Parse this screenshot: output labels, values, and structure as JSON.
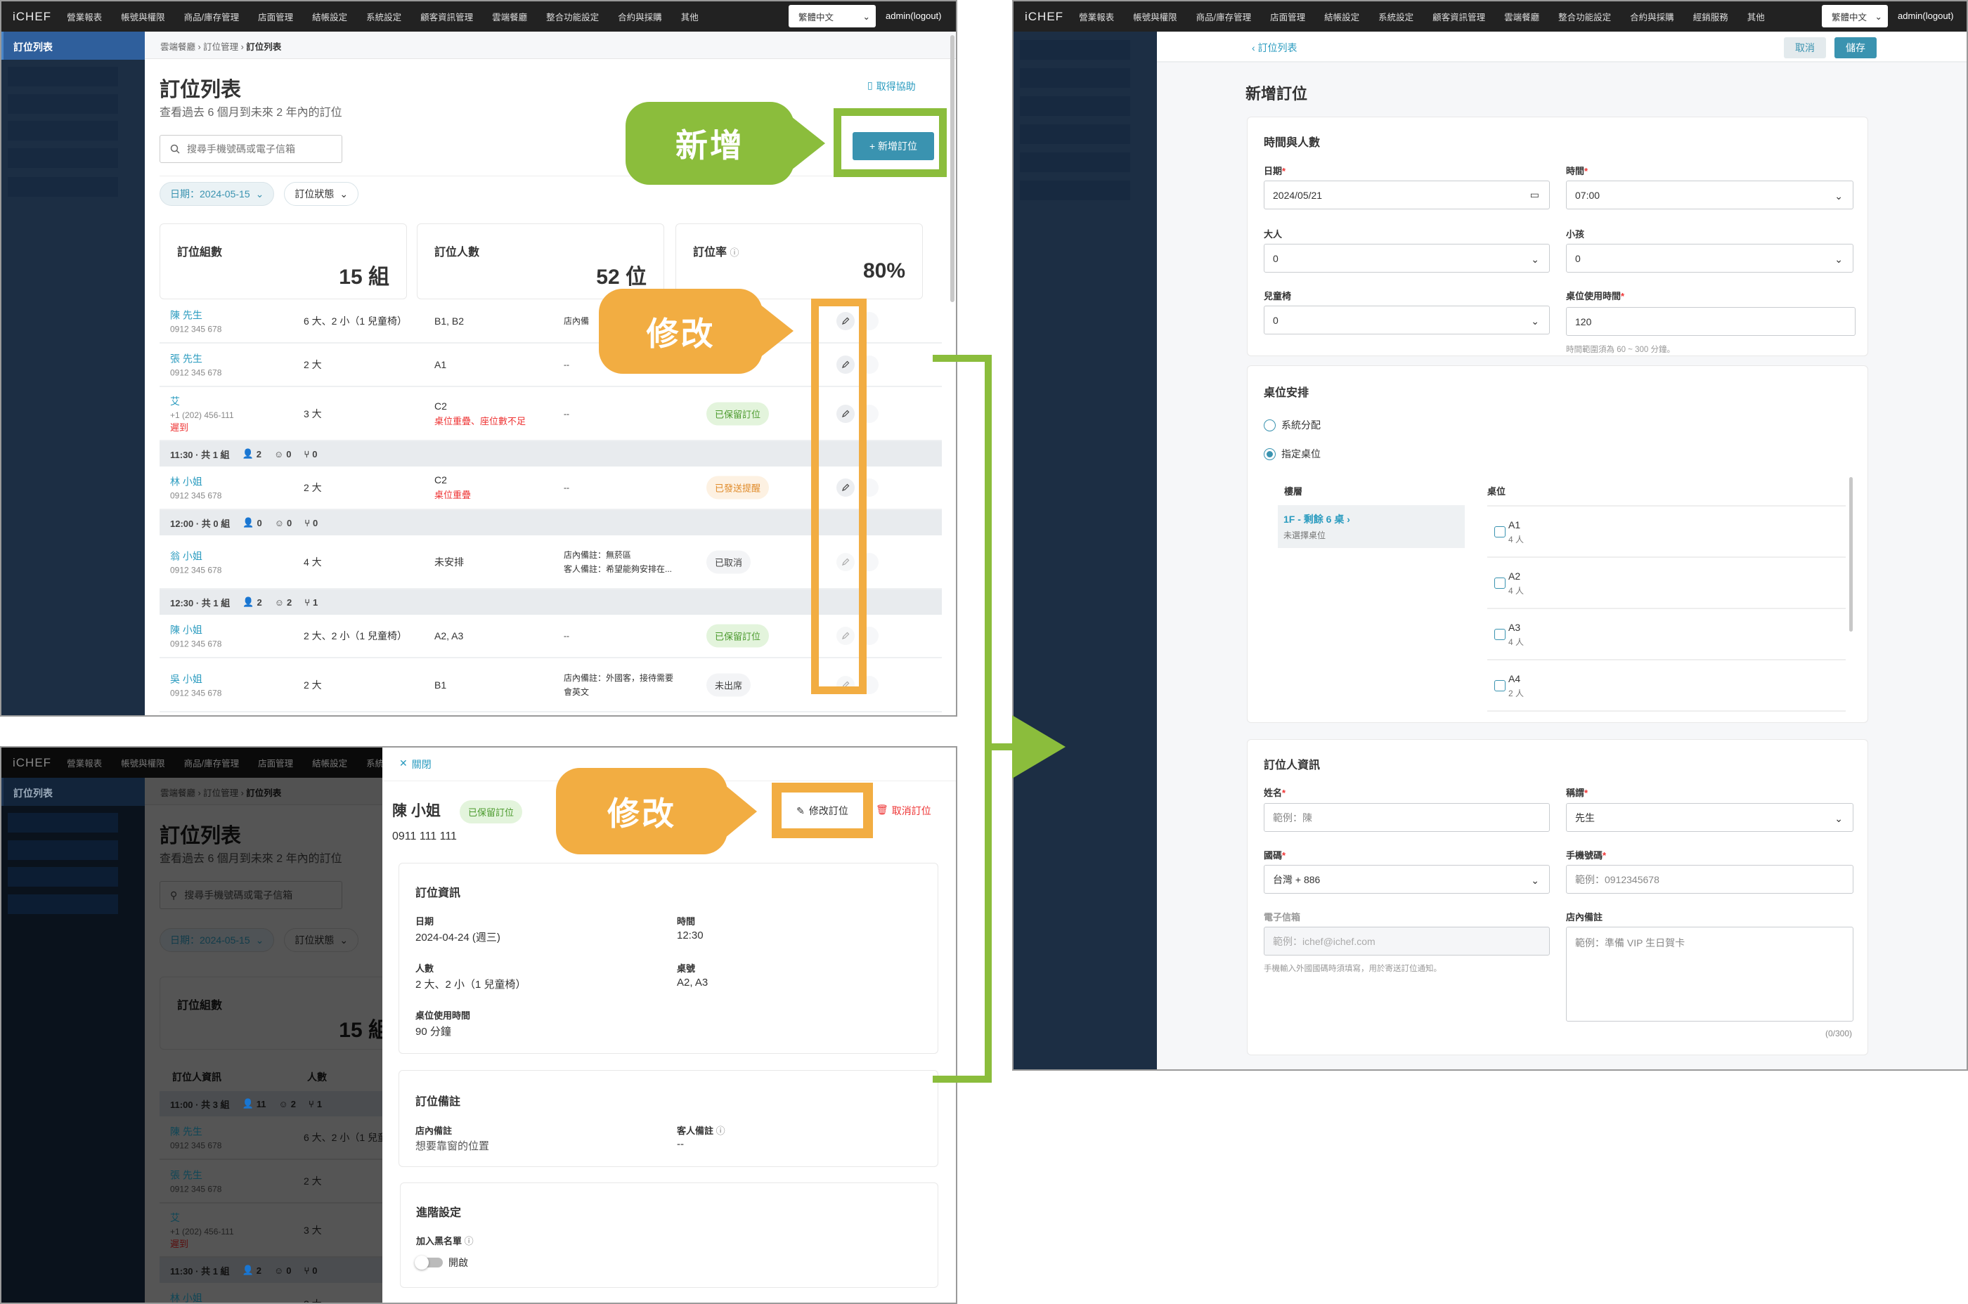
{
  "list_page": {
    "logo": "iCHEF",
    "nav_items": [
      "營業報表",
      "帳號與權限",
      "商品/庫存管理",
      "店面管理",
      "結帳設定",
      "系統設定",
      "顧客資訊管理",
      "雲端餐廳",
      "整合功能設定",
      "合約與採購",
      "其他"
    ],
    "language": "繁體中文",
    "admin": "admin(logout)",
    "sidebar_active": "訂位列表",
    "breadcrumb": [
      "雲端餐廳",
      "訂位管理",
      "訂位列表"
    ],
    "title": "訂位列表",
    "subtitle": "查看過去 6 個月到未來 2 年內的訂位",
    "help_link": "取得協助",
    "search_placeholder": "搜尋手機號碼或電子信箱",
    "add_button": "+ 新增訂位",
    "filters": {
      "date": "日期：2024-05-15",
      "status": "訂位狀態"
    },
    "stats": [
      {
        "label": "訂位組數",
        "value": "15 組"
      },
      {
        "label": "訂位人數",
        "value": "52 位"
      },
      {
        "label": "訂位率",
        "value": "80%"
      }
    ],
    "table_header": {
      "guest_info": "訂位人資訊",
      "party": "人數"
    },
    "rows": [
      {
        "type": "group",
        "label": "11:00 · 共 3 組",
        "adults": "11",
        "kids": "2",
        "chairs": "1"
      },
      {
        "type": "row",
        "name": "陳 先生",
        "phone": "0912 345 678",
        "party": "6 大、2 小（1 兒童椅）",
        "table": "B1, B2",
        "notes": [
          "店內備"
        ],
        "status": "",
        "editable": true
      },
      {
        "type": "row",
        "name": "張 先生",
        "phone": "0912 345 678",
        "party": "2 大",
        "table": "A1",
        "notes": [
          "--"
        ],
        "status": "",
        "editable": true
      },
      {
        "type": "row",
        "name": "艾",
        "phone": "+1 (202) 456-111",
        "late": "遲到",
        "party": "3 大",
        "table": "C2",
        "table_warning": "桌位重疊、座位數不足",
        "notes": [
          "--"
        ],
        "status": "已保留訂位",
        "status_color": "green",
        "editable": true
      },
      {
        "type": "group",
        "label": "11:30 · 共 1 組",
        "adults": "2",
        "kids": "0",
        "chairs": "0"
      },
      {
        "type": "row",
        "name": "林 小姐",
        "phone": "0912 345 678",
        "party": "2 大",
        "table": "C2",
        "table_warning": "桌位重疊",
        "notes": [
          "--"
        ],
        "status": "已發送提醒",
        "status_color": "orange",
        "editable": true
      },
      {
        "type": "group",
        "label": "12:00 · 共 0 組",
        "adults": "0",
        "kids": "0",
        "chairs": "0"
      },
      {
        "type": "row",
        "name": "翁 小姐",
        "phone": "0912 345 678",
        "party": "4 大",
        "table": "未安排",
        "notes": [
          "店內備註：無菸區",
          "客人備註：希望能夠安排在..."
        ],
        "status": "已取消",
        "status_color": "gray",
        "editable": false
      },
      {
        "type": "group",
        "label": "12:30 · 共 1 組",
        "adults": "2",
        "kids": "2",
        "chairs": "1"
      },
      {
        "type": "row",
        "name": "陳 小姐",
        "phone": "0912 345 678",
        "party": "2 大、2 小（1 兒童椅）",
        "table": "A2, A3",
        "notes": [
          "--"
        ],
        "status": "已保留訂位",
        "status_color": "green",
        "editable": false
      },
      {
        "type": "row",
        "name": "吳 小姐",
        "phone": "0912 345 678",
        "party": "2 大",
        "table": "B1",
        "notes": [
          "店內備註：外國客，接待需要",
          "會英文"
        ],
        "status": "未出席",
        "status_color": "gray",
        "editable": false
      }
    ]
  },
  "callouts": {
    "add": "新增",
    "edit_list": "修改",
    "edit_drawer": "修改"
  },
  "drawer": {
    "close": "關閉",
    "name": "陳 小姐",
    "status": "已保留訂位",
    "phone": "0911 111 111",
    "edit_button": "修改訂位",
    "cancel_button": "取消訂位",
    "info": {
      "title": "訂位資訊",
      "date_label": "日期",
      "date": "2024-04-24 (週三)",
      "time_label": "時間",
      "time": "12:30",
      "party_label": "人數",
      "party": "2 大、2 小（1 兒童椅）",
      "table_label": "桌號",
      "table": "A2, A3",
      "duration_label": "桌位使用時間",
      "duration": "90 分鐘"
    },
    "notes": {
      "title": "訂位備註",
      "store_label": "店內備註",
      "store": "想要靠窗的位置",
      "guest_label": "客人備註",
      "guest": "--"
    },
    "advanced": {
      "title": "進階設定",
      "blacklist_label": "加入黑名單",
      "toggle_label": "開啟",
      "toggle_on": false
    }
  },
  "form": {
    "nav_items": [
      "營業報表",
      "帳號與權限",
      "商品/庫存管理",
      "店面管理",
      "結帳設定",
      "系統設定",
      "顧客資訊管理",
      "雲端餐廳",
      "整合功能設定",
      "合約與採購",
      "經銷服務",
      "其他"
    ],
    "back_link": "訂位列表",
    "cancel": "取消",
    "save": "儲存",
    "title": "新增訂位",
    "time_section": {
      "title": "時間與人數",
      "date_label": "日期",
      "date": "2024/05/21",
      "time_label": "時間",
      "time": "07:00",
      "adults_label": "大人",
      "adults": "0",
      "kids_label": "小孩",
      "kids": "0",
      "chairs_label": "兒童椅",
      "chairs": "0",
      "duration_label": "桌位使用時間",
      "duration": "120",
      "duration_hint": "時間範圍須為 60 ~ 300 分鐘。"
    },
    "table_section": {
      "title": "桌位安排",
      "option_auto": "系統分配",
      "option_manual": "指定桌位",
      "selected": "manual",
      "floor_header": "樓層",
      "table_header": "桌位",
      "floor": "1F - 剩餘 6 桌",
      "floor_sub": "未選擇桌位",
      "tables": [
        {
          "name": "A1",
          "seats": "4 人"
        },
        {
          "name": "A2",
          "seats": "4 人"
        },
        {
          "name": "A3",
          "seats": "4 人"
        },
        {
          "name": "A4",
          "seats": "2 人"
        }
      ]
    },
    "guest_section": {
      "title": "訂位人資訊",
      "name_label": "姓名",
      "name_placeholder": "範例：陳",
      "title_label": "稱謂",
      "title_value": "先生",
      "country_label": "國碼",
      "country": "台灣 + 886",
      "phone_label": "手機號碼",
      "phone_placeholder": "範例：0912345678",
      "email_label": "電子信箱",
      "email_placeholder": "範例：ichef@ichef.com",
      "email_hint": "手機輸入外國國碼時須填寫，用於寄送訂位通知。",
      "note_label": "店內備註",
      "note_placeholder": "範例：準備 VIP 生日賀卡",
      "counter": "(0/300)"
    }
  },
  "colors": {
    "callout_green": "#8bbd3c",
    "callout_orange": "#f2ad42",
    "primary": "#3a93b0",
    "nav": "#222222",
    "sidebar": "#1c2e44"
  }
}
